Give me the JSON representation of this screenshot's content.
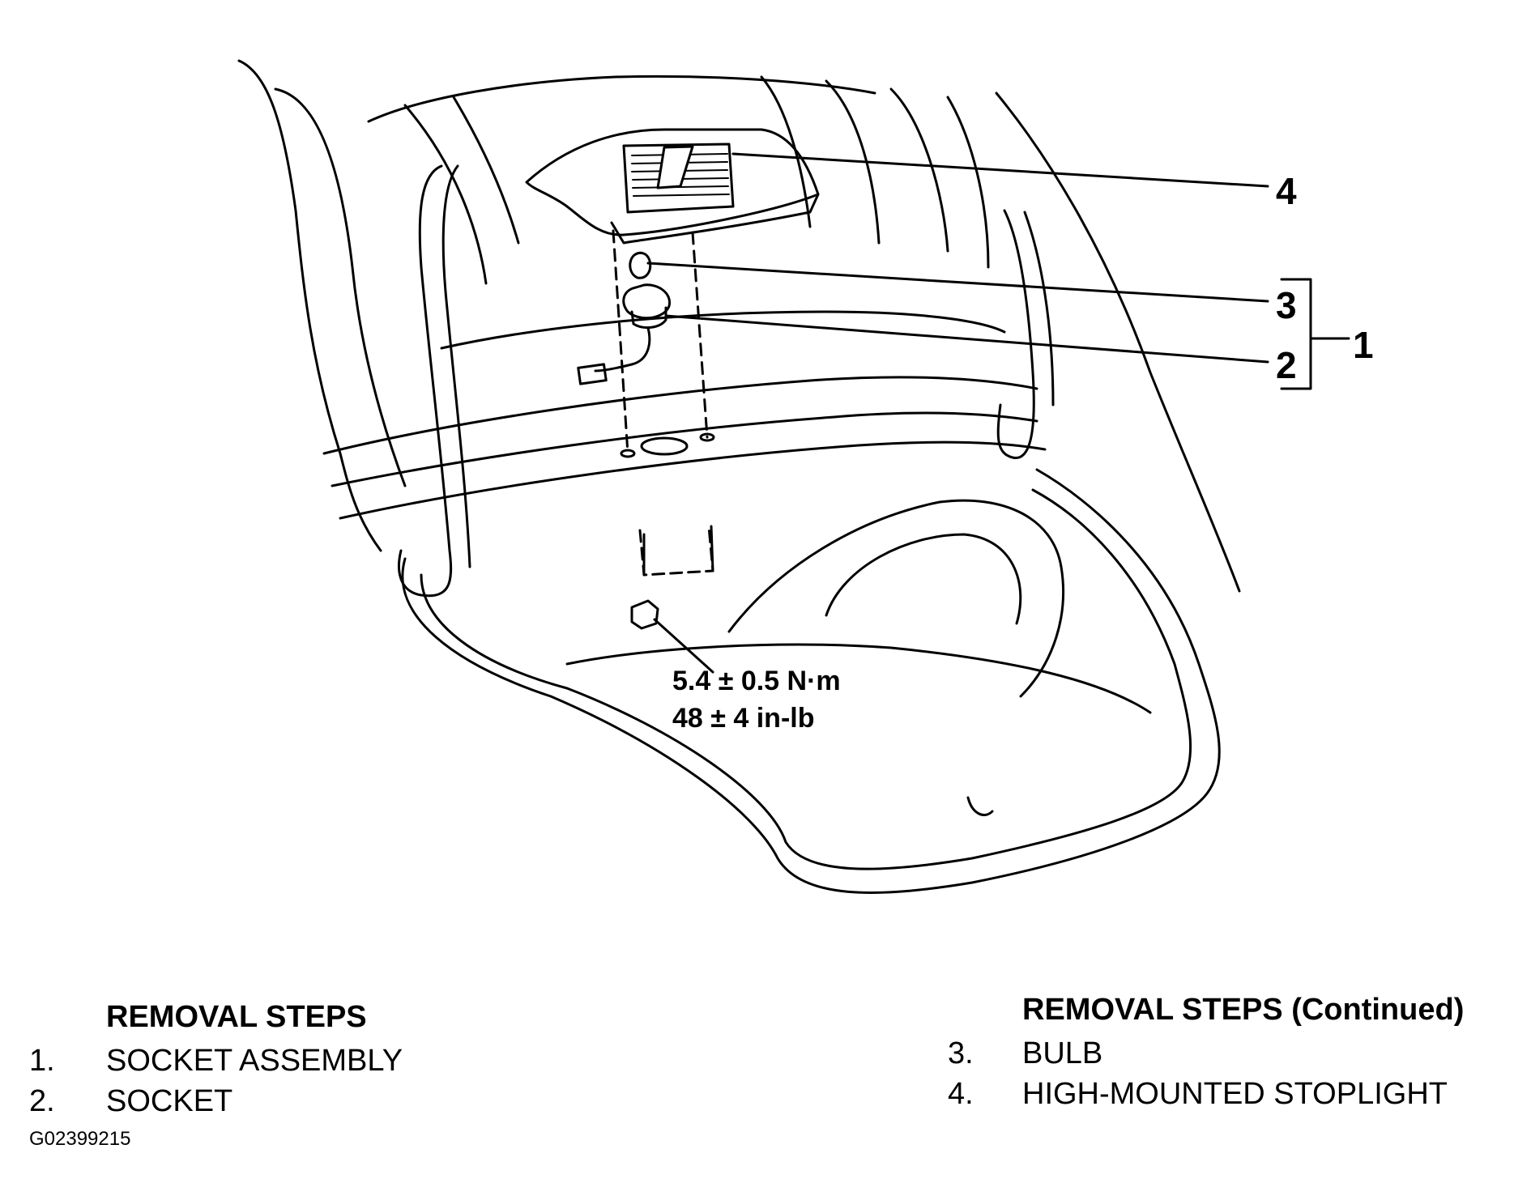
{
  "callouts": {
    "c1": "1",
    "c2": "2",
    "c3": "3",
    "c4": "4"
  },
  "torque": {
    "metric": "5.4 ± 0.5 N·m",
    "imperial": "48 ± 4 in-lb"
  },
  "removal_steps": {
    "title": "REMOVAL STEPS",
    "items": [
      {
        "num": "1.",
        "label": "SOCKET ASSEMBLY"
      },
      {
        "num": "2.",
        "label": "SOCKET"
      }
    ]
  },
  "removal_steps_continued": {
    "title": "REMOVAL STEPS (Continued)",
    "items": [
      {
        "num": "3.",
        "label": "BULB"
      },
      {
        "num": "4.",
        "label": "HIGH-MOUNTED STOPLIGHT"
      }
    ]
  },
  "figure_id": "G02399215"
}
